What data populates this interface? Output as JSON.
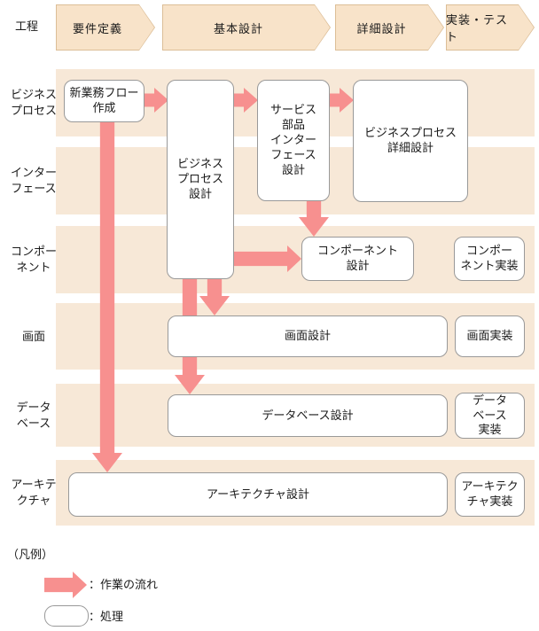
{
  "header": {
    "label": "工程",
    "stages": [
      "要件定義",
      "基本設計",
      "詳細設計",
      "実装・テスト"
    ]
  },
  "rows": [
    {
      "label": "ビジネス\nプロセス"
    },
    {
      "label": "インター\nフェース"
    },
    {
      "label": "コンポー\nネント"
    },
    {
      "label": "画面"
    },
    {
      "label": "データ\nベース"
    },
    {
      "label": "アーキテ\nクチャ"
    }
  ],
  "boxes": {
    "new_flow": "新業務フロー\n作成",
    "bp_design": "ビジネス\nプロセス\n設計",
    "service_if": "サービス\n部品\nインター\nフェース\n設計",
    "bp_detail": "ビジネスプロセス\n詳細設計",
    "comp_design": "コンポーネント\n設計",
    "comp_impl": "コンポー\nネント実装",
    "screen_design": "画面設計",
    "screen_impl": "画面実装",
    "db_design": "データベース設計",
    "db_impl": "データ\nベース\n実装",
    "arch_design": "アーキテクチャ設計",
    "arch_impl": "アーキテク\nチャ実装"
  },
  "legend": {
    "title": "（凡例）",
    "flow_label": "：作業の流れ",
    "process_label": "：処理"
  },
  "colors": {
    "arrow_pink": "#F7908F",
    "band_peach": "#F7E8D7",
    "stage_fill": "#F8E3C9",
    "stage_border": "#DCBE97",
    "box_border": "#999999"
  }
}
